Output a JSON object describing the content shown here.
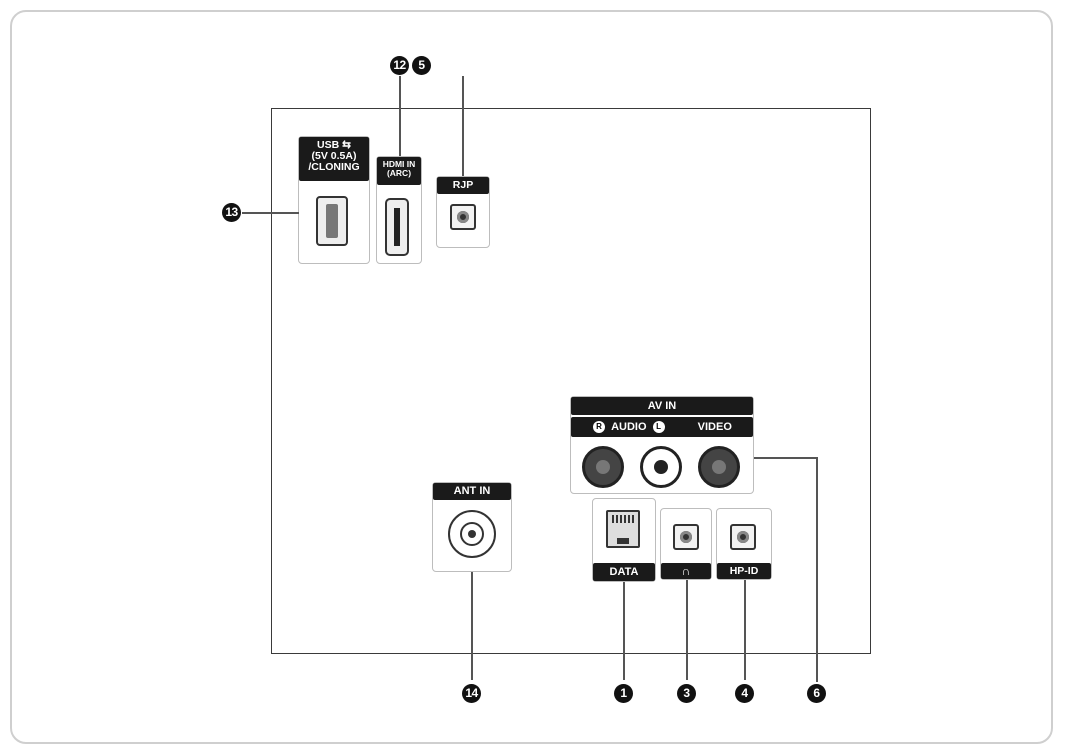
{
  "ports": {
    "usb": {
      "lines": [
        "USB ⇆",
        "(5V 0.5A)",
        "/CLONING"
      ]
    },
    "hdmi": {
      "lines": [
        "HDMI IN",
        "(ARC)"
      ]
    },
    "rjp": {
      "label": "RJP"
    },
    "av_in": {
      "title": "AV IN",
      "audio_r": "R",
      "audio": "AUDIO",
      "audio_l": "L",
      "video": "VIDEO"
    },
    "ant_in": {
      "label": "ANT IN"
    },
    "data": {
      "label": "DATA"
    },
    "headphone": {
      "label": "∩"
    },
    "hp_id": {
      "label": "HP-ID"
    }
  },
  "callouts": {
    "c12": "12",
    "c5": "5",
    "c13": "13",
    "c14": "14",
    "c1": "1",
    "c3": "3",
    "c4": "4",
    "c6": "6"
  },
  "colors": {
    "label_bg": "#1a1a1a",
    "panel_border": "#3a3a3a",
    "frame_border": "#cfcfcf"
  }
}
